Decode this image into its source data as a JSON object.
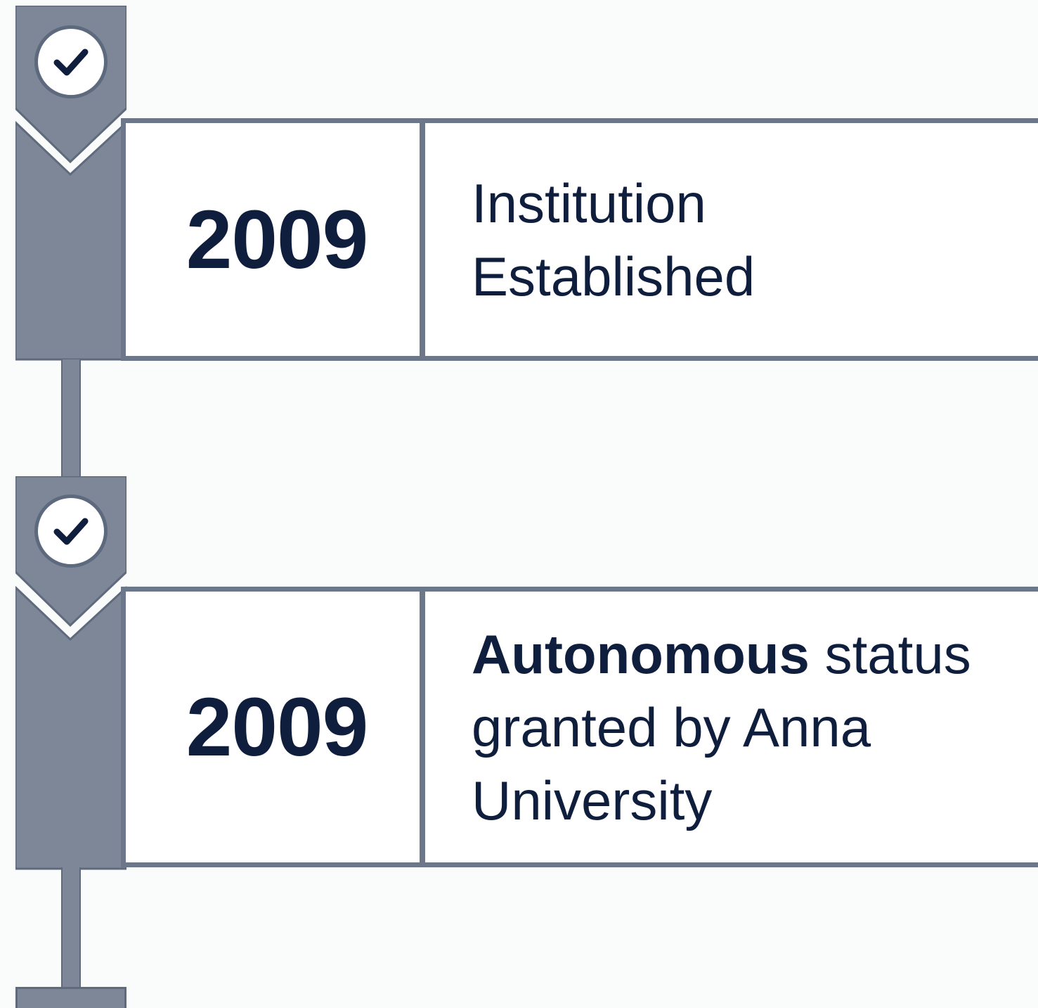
{
  "milestones": [
    {
      "year": "2009",
      "description_bold": "",
      "description": "Institution Established",
      "status_icon": "check-icon"
    },
    {
      "year": "2009",
      "description_bold": "Autonomous",
      "description": " status granted by Anna University",
      "status_icon": "check-icon"
    }
  ],
  "colors": {
    "rail": "#7d8798",
    "rail_border": "#5f6b7d",
    "card_border": "#6c7789",
    "text": "#0f1e3d",
    "background": "#fafbfb"
  }
}
